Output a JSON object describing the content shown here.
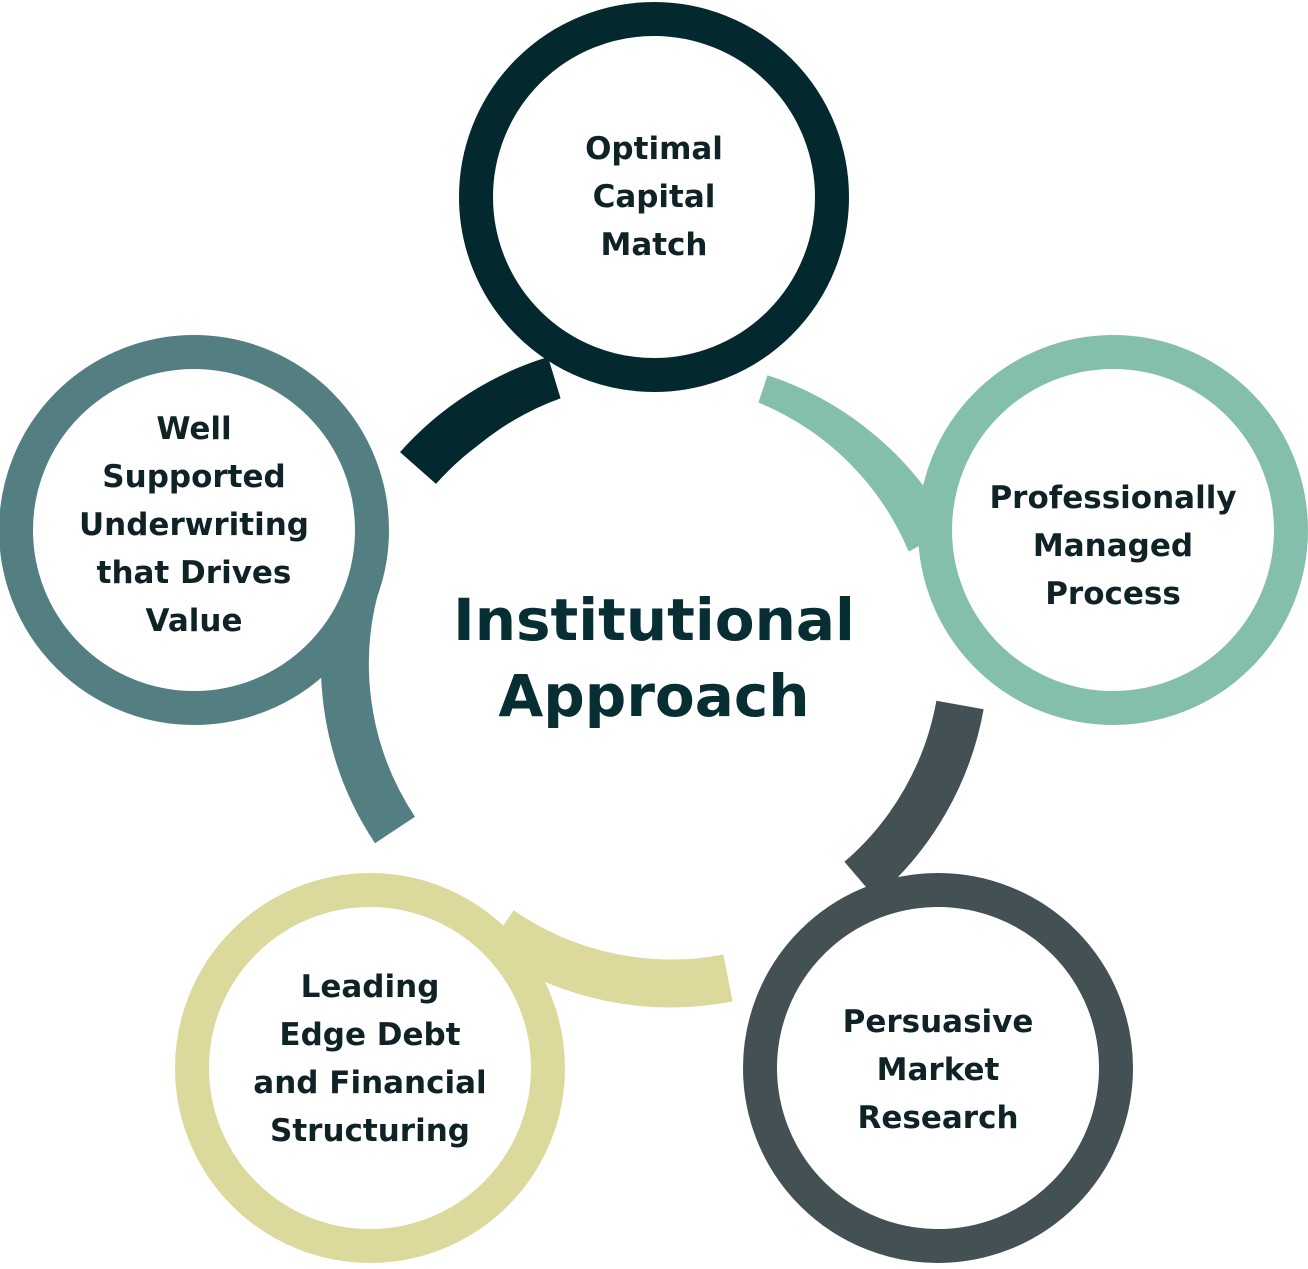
{
  "center": {
    "lines": [
      "Institutional",
      "Approach"
    ],
    "color": "#062e33"
  },
  "nodes": [
    {
      "id": "top",
      "lines": [
        "Optimal",
        "Capital",
        "Match"
      ],
      "color": "#03292e"
    },
    {
      "id": "right",
      "lines": [
        "Professionally",
        "Managed",
        "Process"
      ],
      "color": "#84bfad"
    },
    {
      "id": "bottom-right",
      "lines": [
        "Persuasive",
        "Market",
        "Research"
      ],
      "color": "#435054"
    },
    {
      "id": "bottom-left",
      "lines": [
        "Leading",
        "Edge Debt",
        "and Financial",
        "Structuring"
      ],
      "color": "#dcd99d"
    },
    {
      "id": "left",
      "lines": [
        "Well",
        "Supported",
        "Underwriting",
        "that Drives",
        "Value"
      ],
      "color": "#547f82"
    }
  ]
}
